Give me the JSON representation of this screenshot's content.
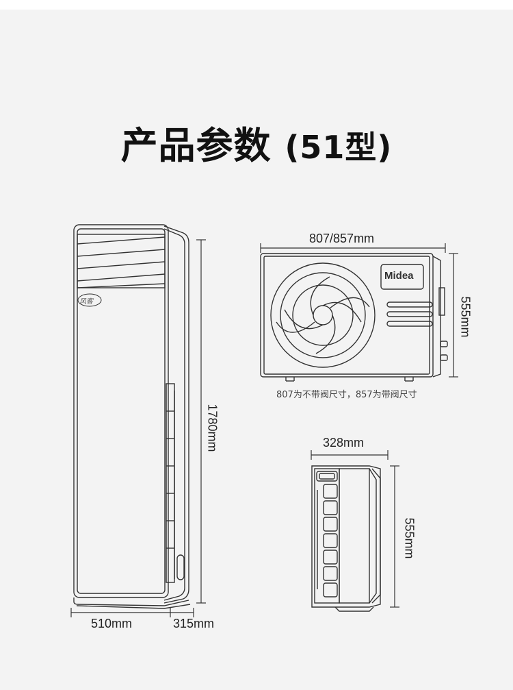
{
  "title": {
    "main": "产品参数",
    "model": "(51型)"
  },
  "indoor": {
    "height_label": "1780mm",
    "width_label": "510mm",
    "depth_label": "315mm",
    "logo_text": "风客"
  },
  "outdoor_front": {
    "width_label": "807/857mm",
    "height_label": "555mm",
    "brand": "Midea",
    "note": "807为不带阀尺寸，857为带阀尺寸"
  },
  "outdoor_side": {
    "width_label": "328mm",
    "height_label": "555mm"
  }
}
